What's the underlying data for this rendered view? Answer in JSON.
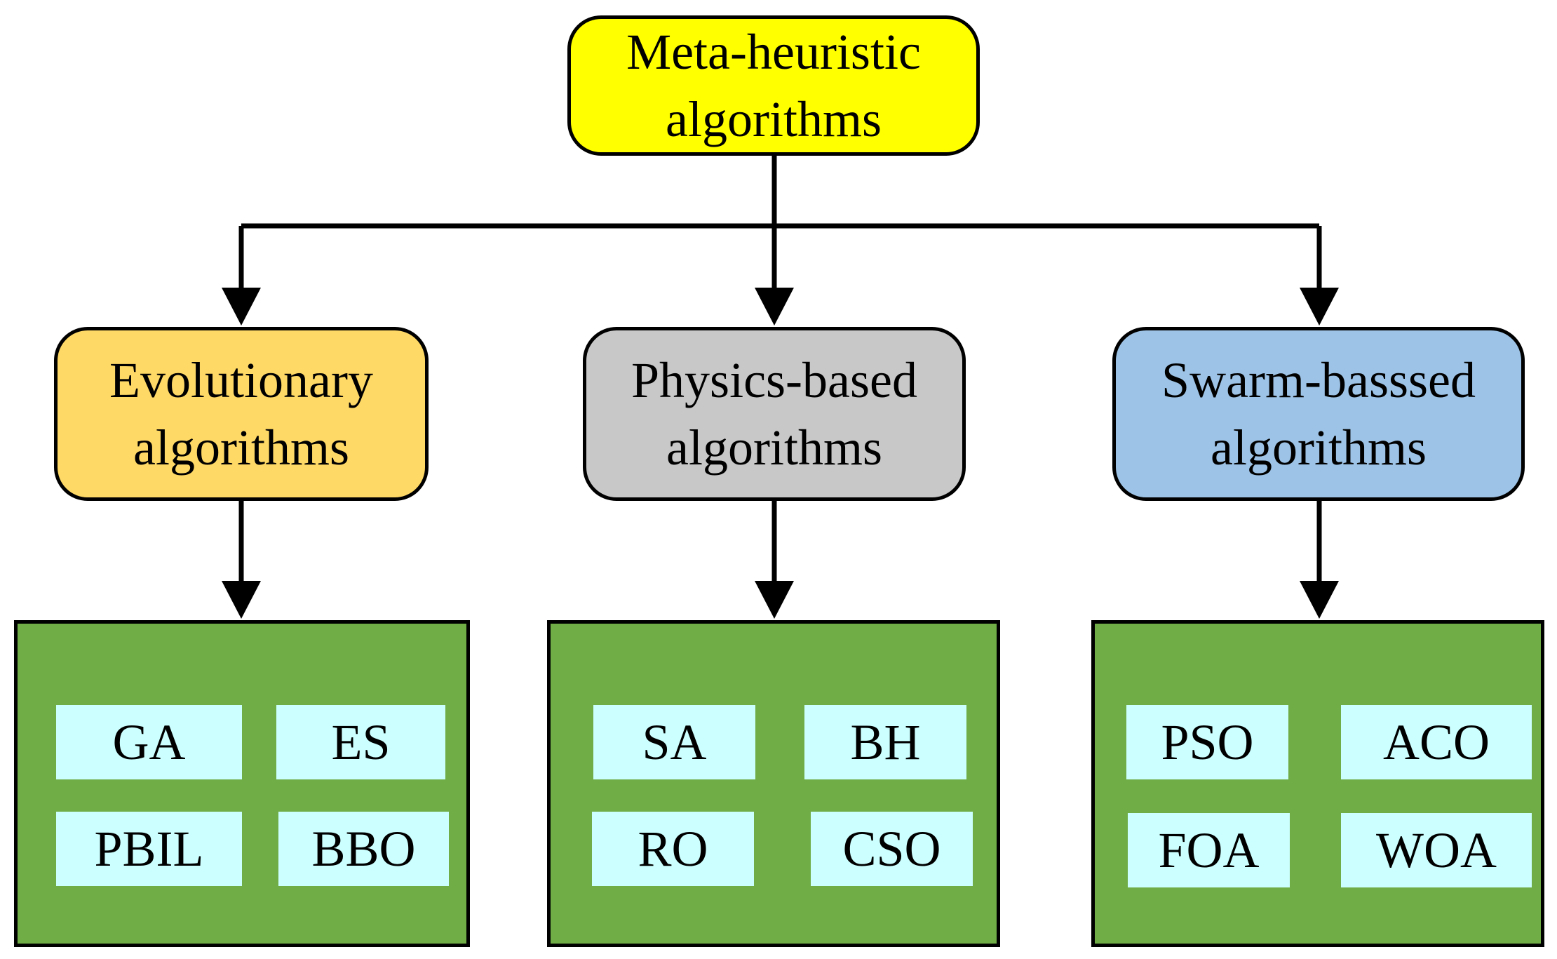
{
  "colors": {
    "root_fill": "#ffff00",
    "evolutionary_fill": "#ffd966",
    "physics_fill": "#c8c8c8",
    "swarm_fill": "#9dc3e6",
    "group_fill": "#70ad47",
    "algorithm_fill": "#ccffff",
    "stroke": "#000000"
  },
  "root": {
    "line1": "Meta-heuristic",
    "line2": "algorithms"
  },
  "categories": [
    {
      "line1": "Evolutionary",
      "line2": "algorithms",
      "algorithms": [
        "GA",
        "ES",
        "PBIL",
        "BBO"
      ]
    },
    {
      "line1": "Physics-based",
      "line2": "algorithms",
      "algorithms": [
        "SA",
        "BH",
        "RO",
        "CSO"
      ]
    },
    {
      "line1": "Swarm-basssed",
      "line2": "algorithms",
      "algorithms": [
        "PSO",
        "ACO",
        "FOA",
        "WOA"
      ]
    }
  ]
}
